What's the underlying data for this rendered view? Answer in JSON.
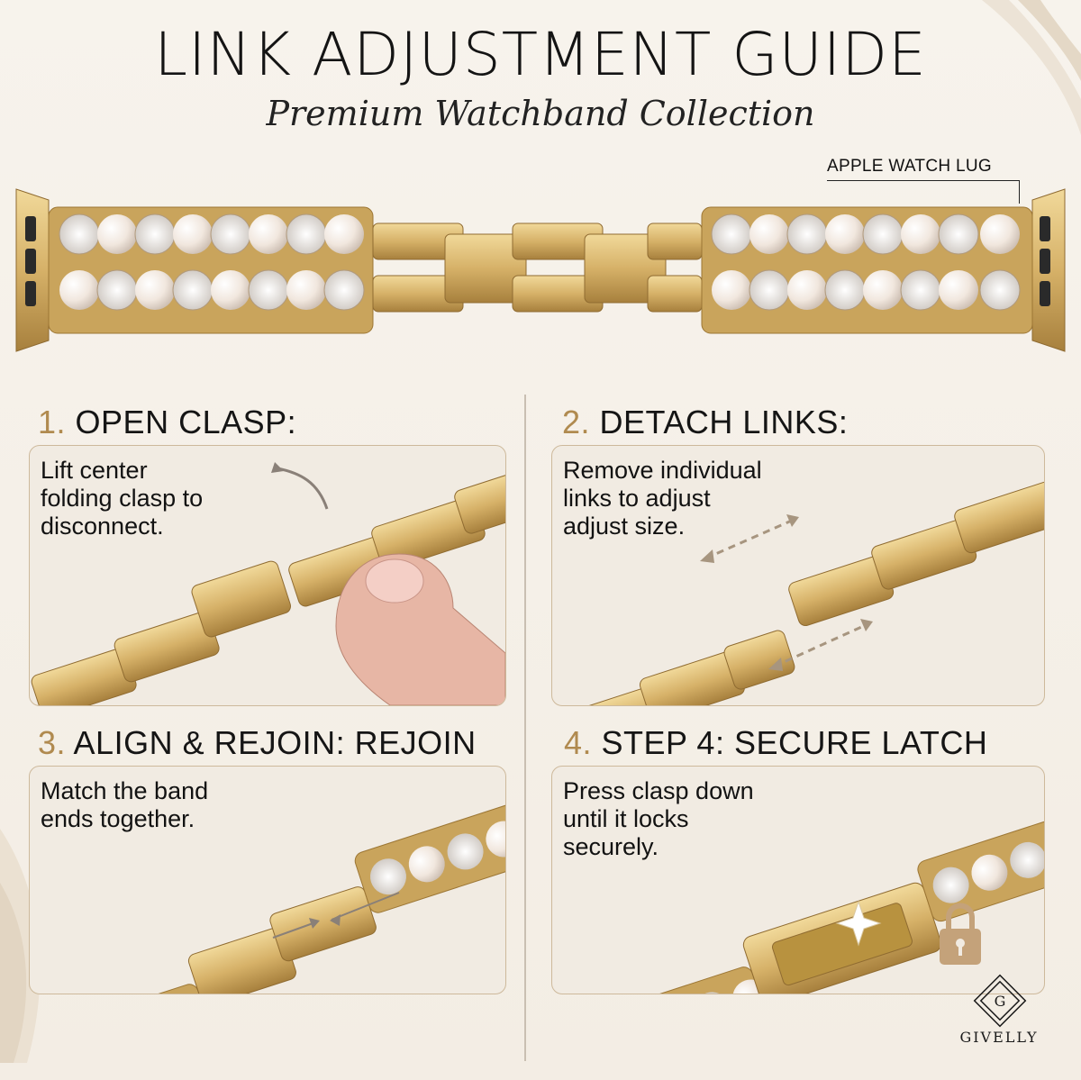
{
  "header": {
    "title": "LINK ADJUSTMENT GUIDE",
    "subtitle": "Premium Watchband Collection"
  },
  "band": {
    "lug_label": "APPLE WATCH LUG"
  },
  "steps": [
    {
      "number": "1.",
      "title": "OPEN CLASP:",
      "text": [
        "Lift center",
        "folding clasp to",
        "disconnect."
      ]
    },
    {
      "number": "2.",
      "title": "DETACH LINKS:",
      "text": [
        "Remove individual",
        "links to adjust",
        "adjust size."
      ]
    },
    {
      "number": "3.",
      "title": "ALIGN & REJOIN: REJOIN",
      "text": [
        "Match the band",
        "ends together."
      ]
    },
    {
      "number": "4.",
      "title": "STEP 4: SECURE LATCH",
      "text": [
        "Press clasp down",
        "until it locks",
        "securely."
      ]
    }
  ],
  "brand": {
    "monogram": "G",
    "name": "GIVELLY"
  },
  "colors": {
    "gold": "#d8b66a",
    "gold_dark": "#a9823f",
    "pearl": "#f4ede6",
    "accent_number": "#b08a4f",
    "panel_border": "#cdb99b"
  },
  "icons": [
    "lock-icon",
    "sparkle-icon",
    "arrow-icon",
    "finger-icon"
  ]
}
